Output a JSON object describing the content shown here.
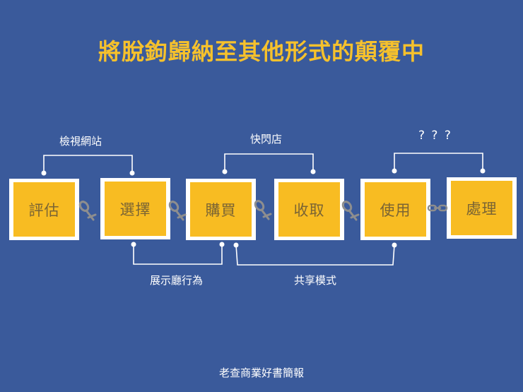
{
  "title": "將脫鉤歸納至其他形式的顛覆中",
  "steps": [
    {
      "label": "評估"
    },
    {
      "label": "選擇"
    },
    {
      "label": "購買"
    },
    {
      "label": "收取"
    },
    {
      "label": "使用"
    },
    {
      "label": "處理"
    }
  ],
  "top_brackets": [
    {
      "label": "檢視網站",
      "from": "評估",
      "to": "選擇"
    },
    {
      "label": "快閃店",
      "from": "購買",
      "to": "收取"
    },
    {
      "label": "? ? ?",
      "from": "使用",
      "to": "處理"
    }
  ],
  "bottom_brackets": [
    {
      "label": "展示廳行為",
      "from": "選擇",
      "to": "購買"
    },
    {
      "label": "共享模式",
      "from": "購買",
      "to": "使用"
    }
  ],
  "connectors": [
    {
      "icon": "broken-chain-icon",
      "between": [
        "評估",
        "選擇"
      ]
    },
    {
      "icon": "broken-chain-icon",
      "between": [
        "選擇",
        "購買"
      ]
    },
    {
      "icon": "broken-chain-icon",
      "between": [
        "購買",
        "收取"
      ]
    },
    {
      "icon": "broken-chain-icon",
      "between": [
        "收取",
        "使用"
      ]
    },
    {
      "icon": "chain-link-icon",
      "between": [
        "使用",
        "處理"
      ]
    }
  ],
  "footer": "老查商業好書簡報",
  "colors": {
    "background": "#3a5a9b",
    "title": "#f6c12c",
    "box_fill": "#f8bc22",
    "box_border": "#ffffff",
    "box_text": "#7a6434",
    "connector": "#8c8c8c"
  }
}
